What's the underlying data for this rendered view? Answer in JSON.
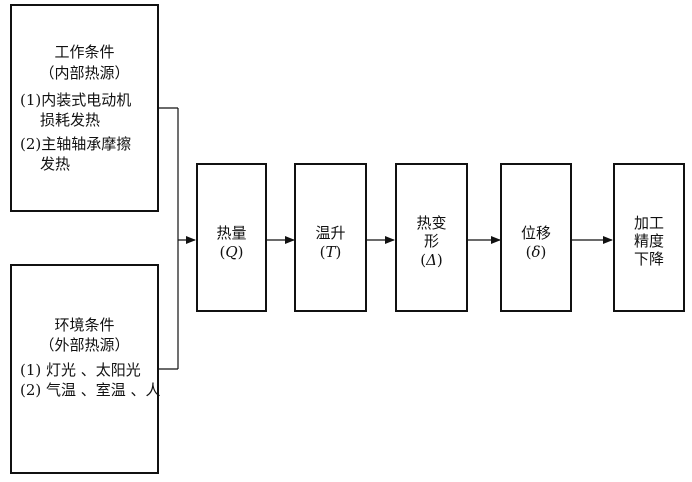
{
  "source_work": {
    "title": "工作条件",
    "subtitle": "（内部热源）",
    "items": [
      "(1)内装式电动机",
      "损耗发热",
      "(2)主轴轴承摩擦",
      "发热"
    ]
  },
  "source_env": {
    "title": "环境条件",
    "subtitle": "（外部热源）",
    "items": [
      "(1) 灯光 、太阳光",
      "(2) 气温 、室温 、人"
    ]
  },
  "chain": [
    {
      "line1": "热量",
      "sym_open": "(",
      "sym": "Q",
      "sym_close": ")"
    },
    {
      "line1": "温升",
      "sym_open": "(",
      "sym": "T",
      "sym_close": ")"
    },
    {
      "line1": "热变",
      "line2": "形",
      "sym_open": "(",
      "sym": "Δ",
      "sym_close": ")"
    },
    {
      "line1": "位移",
      "sym_open": "(",
      "sym": "δ",
      "sym_close": ")"
    },
    {
      "line1": "加工",
      "line2": "精度",
      "line3": "下降"
    }
  ]
}
